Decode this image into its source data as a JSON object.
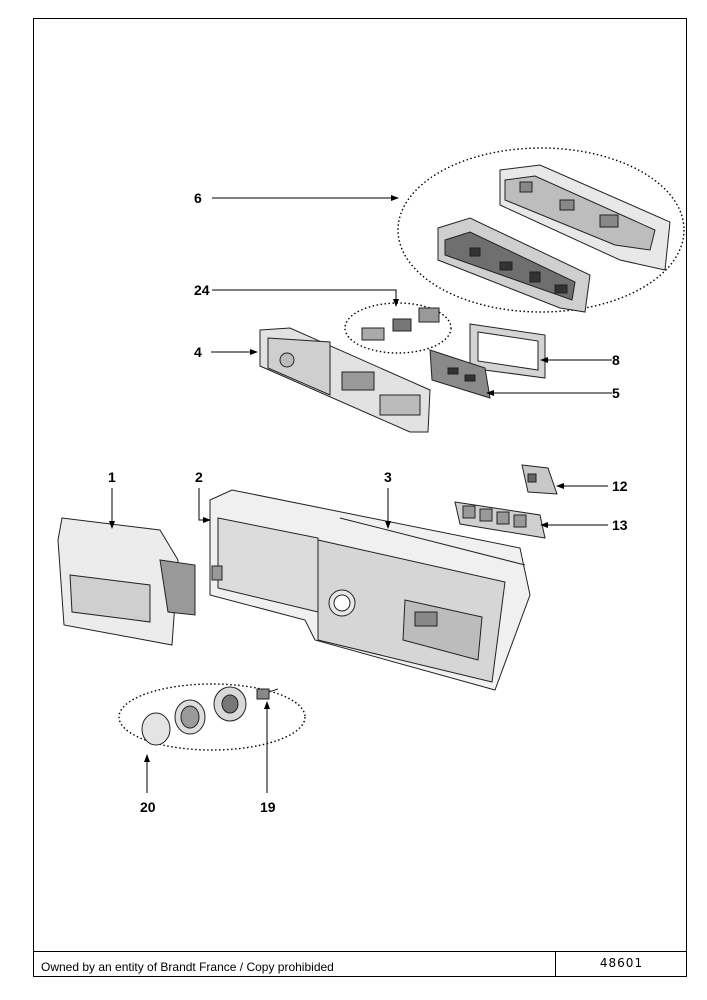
{
  "callouts": {
    "c1": "1",
    "c2": "2",
    "c3": "3",
    "c4": "4",
    "c5": "5",
    "c6": "6",
    "c8": "8",
    "c12": "12",
    "c13": "13",
    "c19": "19",
    "c20": "20",
    "c24": "24"
  },
  "footer": {
    "copyright": "Owned by an entity of Brandt France / Copy prohibided",
    "doc_number": "48601"
  }
}
